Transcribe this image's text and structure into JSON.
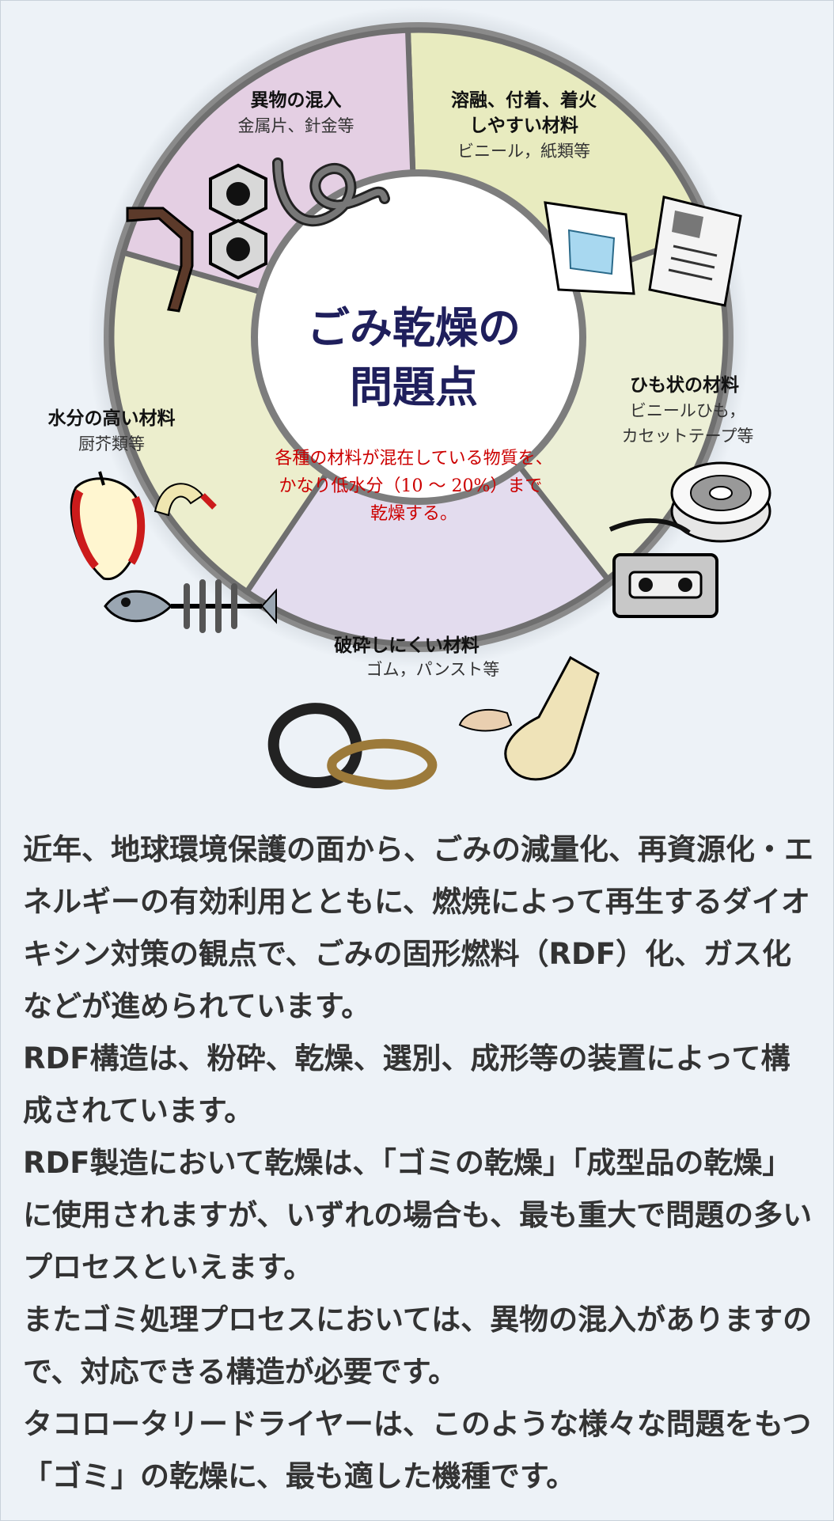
{
  "diagram": {
    "center_title_line1": "ごみ乾燥の",
    "center_title_line2": "問題点",
    "center_desc_line1": "各種の材料が混在している物質を、",
    "center_desc_line2": "かなり低水分（10 ～ 20%）まで",
    "center_desc_line3": "乾燥する。",
    "segments": [
      {
        "title": "異物の混入",
        "subtitle": "金属片、針金等"
      },
      {
        "title_line1": "溶融、付着、着火",
        "title_line2": "しやすい材料",
        "subtitle": "ビニール，紙類等"
      },
      {
        "title": "ひも状の材料",
        "subtitle_line1": "ビニールひも，",
        "subtitle_line2": "カセットテープ等"
      },
      {
        "title": "破砕しにくい材料",
        "subtitle": "ゴム，パンスト等"
      },
      {
        "title": "水分の高い材料",
        "subtitle": "厨芥類等"
      }
    ],
    "segment_colors": [
      "#e8ebbf",
      "#ecefd6",
      "#e3dcee",
      "#eceecd",
      "#e4cfe3"
    ],
    "center_title_color": "#1f1f5c",
    "center_desc_color": "#cc0000",
    "icons": [
      "nut-and-bolt-icon",
      "wire-icon",
      "bent-nail-icon",
      "paper-icon",
      "newspaper-icon",
      "tape-roll-icon",
      "cassette-tape-icon",
      "rubber-band-icon",
      "stocking-icon",
      "apple-core-icon",
      "fish-bone-icon"
    ]
  },
  "body": {
    "paragraphs": [
      "近年、地球環境保護の面から、ごみの減量化、再資源化・エネルギーの有効利用とともに、燃焼によって再生するダイオキシン対策の観点で、ごみの固形燃料（RDF）化、ガス化などが進められています。",
      "RDF構造は、粉砕、乾燥、選別、成形等の装置によって構成されています。",
      "RDF製造において乾燥は、「ゴミの乾燥」「成型品の乾燥」に使用されますが、いずれの場合も、最も重大で問題の多いプロセスといえます。",
      "またゴミ処理プロセスにおいては、異物の混入がありますので、対応できる構造が必要です。",
      "タコロータリードライヤーは、このような様々な問題をもつ 「ゴミ」の乾燥に、最も適した機種です。"
    ]
  }
}
